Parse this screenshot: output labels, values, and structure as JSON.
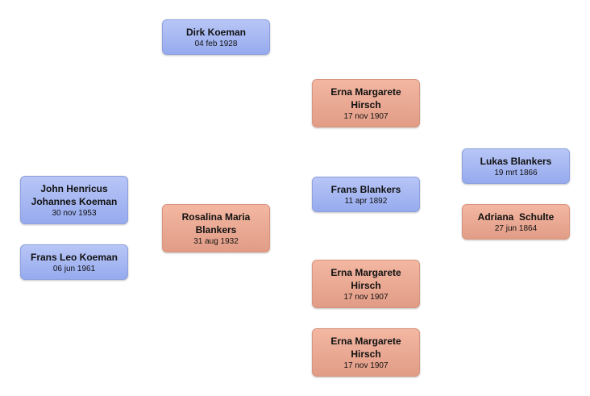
{
  "colors": {
    "male": "#a3b5f1",
    "female": "#eaa892"
  },
  "people": [
    {
      "id": "dirk",
      "name": "Dirk Koeman",
      "date": "04 feb 1928",
      "gender": "male"
    },
    {
      "id": "erna1",
      "name": "Erna Margarete Hirsch",
      "date": "17 nov 1907",
      "gender": "female"
    },
    {
      "id": "lukas",
      "name": "Lukas Blankers",
      "date": "19 mrt 1866",
      "gender": "male"
    },
    {
      "id": "john",
      "name": "John Henricus Johannes Koeman",
      "date": "30 nov 1953",
      "gender": "male"
    },
    {
      "id": "frans-b",
      "name": "Frans Blankers",
      "date": "11 apr 1892",
      "gender": "male"
    },
    {
      "id": "rosalina",
      "name": "Rosalina Maria Blankers",
      "date": "31 aug 1932",
      "gender": "female"
    },
    {
      "id": "adriana",
      "name": "Adriana  Schulte",
      "date": "27 jun 1864",
      "gender": "female"
    },
    {
      "id": "frans-leo",
      "name": "Frans Leo Koeman",
      "date": "06 jun 1961",
      "gender": "male"
    },
    {
      "id": "erna2",
      "name": "Erna Margarete Hirsch",
      "date": "17 nov 1907",
      "gender": "female"
    },
    {
      "id": "erna3",
      "name": "Erna Margarete Hirsch",
      "date": "17 nov 1907",
      "gender": "female"
    }
  ]
}
